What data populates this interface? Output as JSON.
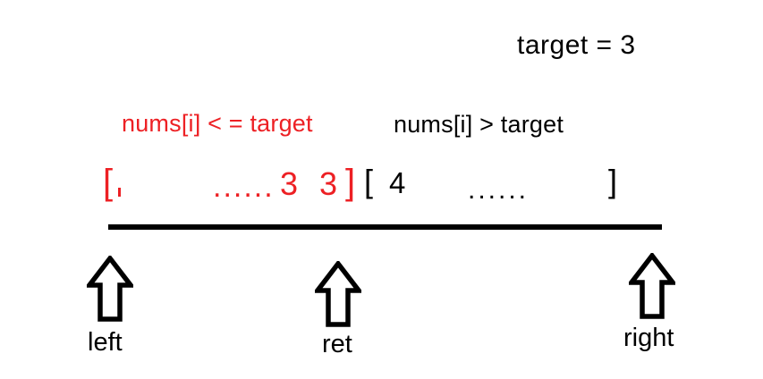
{
  "diagram": {
    "title_annotation": "target = 3",
    "conditions": {
      "left_region": "nums[i] < = target",
      "right_region": "nums[i] >  target"
    },
    "array": {
      "red_segment": {
        "open_bracket": "[",
        "ellipsis": "......",
        "values": [
          "3",
          "3"
        ],
        "close_bracket": "]"
      },
      "black_segment": {
        "open_bracket": "[",
        "values": [
          "4"
        ],
        "ellipsis": "......",
        "close_bracket": "]"
      }
    },
    "pointers": [
      {
        "name": "left",
        "label": "left",
        "icon": "up-arrow-icon"
      },
      {
        "name": "ret",
        "label": "ret",
        "icon": "up-arrow-icon"
      },
      {
        "name": "right",
        "label": "right",
        "icon": "up-arrow-icon"
      }
    ],
    "colors": {
      "highlight_red": "#ED2024",
      "text_black": "#000000",
      "background": "#FFFFFF"
    }
  }
}
